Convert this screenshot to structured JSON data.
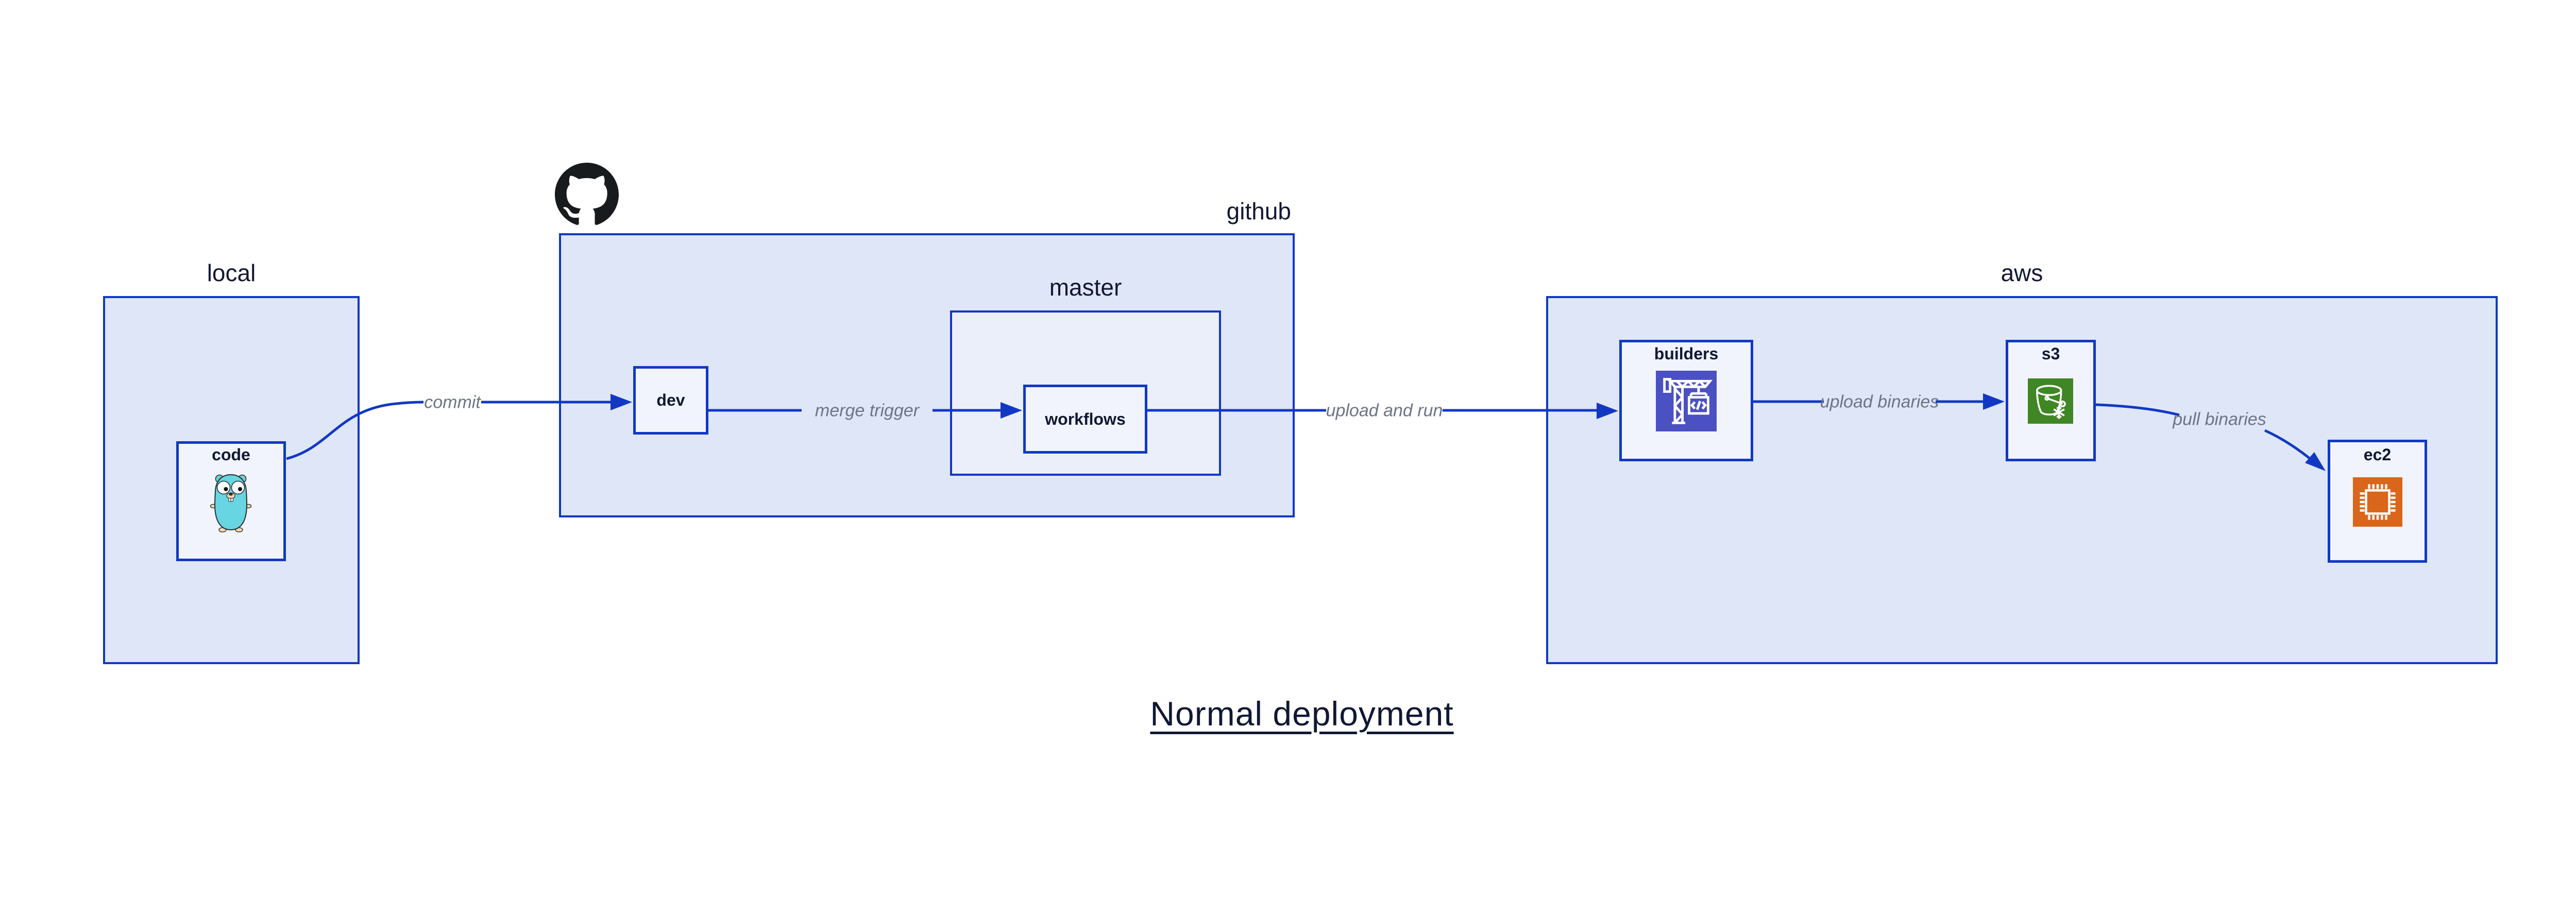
{
  "title": "Normal deployment",
  "groups": {
    "local": {
      "label": "local"
    },
    "github": {
      "label": "github"
    },
    "master": {
      "label": "master"
    },
    "aws": {
      "label": "aws"
    }
  },
  "nodes": {
    "code": {
      "label": "code",
      "icon": "go-gopher-icon"
    },
    "dev": {
      "label": "dev"
    },
    "workflows": {
      "label": "workflows"
    },
    "builders": {
      "label": "builders",
      "icon": "codebuild-crane-icon"
    },
    "s3": {
      "label": "s3",
      "icon": "s3-glacier-bucket-icon"
    },
    "ec2": {
      "label": "ec2",
      "icon": "ec2-chip-icon"
    }
  },
  "edges": {
    "commit": {
      "label": "commit",
      "from": "code",
      "to": "dev"
    },
    "merge_trigger": {
      "label": "merge trigger",
      "from": "dev",
      "to": "workflows"
    },
    "upload_and_run": {
      "label": "upload and run",
      "from": "workflows",
      "to": "builders"
    },
    "upload_binaries": {
      "label": "upload binaries",
      "from": "builders",
      "to": "s3"
    },
    "pull_binaries": {
      "label": "pull binaries",
      "from": "s3",
      "to": "ec2"
    }
  },
  "colors": {
    "edge_blue": "#1238c3",
    "group_fill": "#dfe6f8",
    "master_fill": "#ebeffa",
    "node_fill": "#f1f4fc",
    "label_navy": "#111834",
    "edge_label_gray": "#6d7486",
    "builders_icon_bg": "#4b50c3",
    "s3_icon_bg": "#3f8624",
    "ec2_icon_bg": "#d9661a",
    "octocat_black": "#171b1e",
    "gopher_teal": "#67d5e2",
    "page_bg": "#ffffff"
  }
}
